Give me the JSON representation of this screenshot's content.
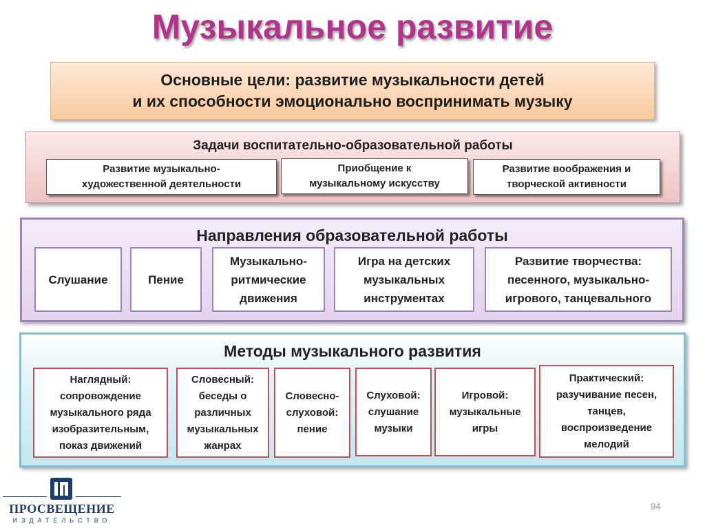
{
  "title": "Музыкальное развитие",
  "goal": {
    "line1": "Основные цели: развитие музыкальности детей",
    "line2": "и их способности эмоционально воспринимать музыку"
  },
  "tasks": {
    "title": "Задачи воспитательно-образовательной работы",
    "items": [
      {
        "line1": "Развитие музыкально-",
        "line2": "художественной деятельности"
      },
      {
        "line1": "Приобщение к",
        "line2": "музыкальному искусству"
      },
      {
        "line1": "Развитие воображения и",
        "line2": "творческой активности"
      }
    ]
  },
  "directions": {
    "title": "Направления образовательной работы",
    "items": [
      {
        "lines": [
          "Слушание"
        ]
      },
      {
        "lines": [
          "Пение"
        ]
      },
      {
        "lines": [
          "Музыкально-",
          "ритмические",
          "движения"
        ]
      },
      {
        "lines": [
          "Игра на детских",
          "музыкальных",
          "инструментах"
        ]
      },
      {
        "lines": [
          "Развитие творчества:",
          "песенного, музыкально-",
          "игрового, танцевального"
        ]
      }
    ]
  },
  "methods": {
    "title": "Методы музыкального развития",
    "items": [
      {
        "lines": [
          "Наглядный:",
          "сопровождение",
          "музыкального ряда",
          "изобразительным,",
          "показ движений"
        ]
      },
      {
        "lines": [
          "Словесный:",
          "беседы о",
          "различных",
          "музыкальных",
          "жанрах"
        ]
      },
      {
        "lines": [
          "Словесно-",
          "слуховой:",
          "пение"
        ]
      },
      {
        "lines": [
          "Слуховой:",
          "слушание",
          "музыки"
        ]
      },
      {
        "lines": [
          "Игровой:",
          "музыкальные",
          "игры"
        ]
      },
      {
        "lines": [
          "Практический:",
          "разучивание песен,",
          "танцев,",
          "воспроизведение",
          "мелодий"
        ]
      }
    ]
  },
  "publisher": {
    "emblem": "ИП",
    "name": "ПРОСВЕЩЕНИЕ",
    "sub": "ИЗДАТЕЛЬСТВО"
  },
  "page_number": "94",
  "colors": {
    "title": "#b0348a",
    "goal_bg": "#f9c99e",
    "tasks_bg": "#efc3c3",
    "directions_border": "#9d86bd",
    "methods_border": "#7fc1d6",
    "method_card_border": "#c0504d",
    "publisher": "#1f3d6b"
  }
}
